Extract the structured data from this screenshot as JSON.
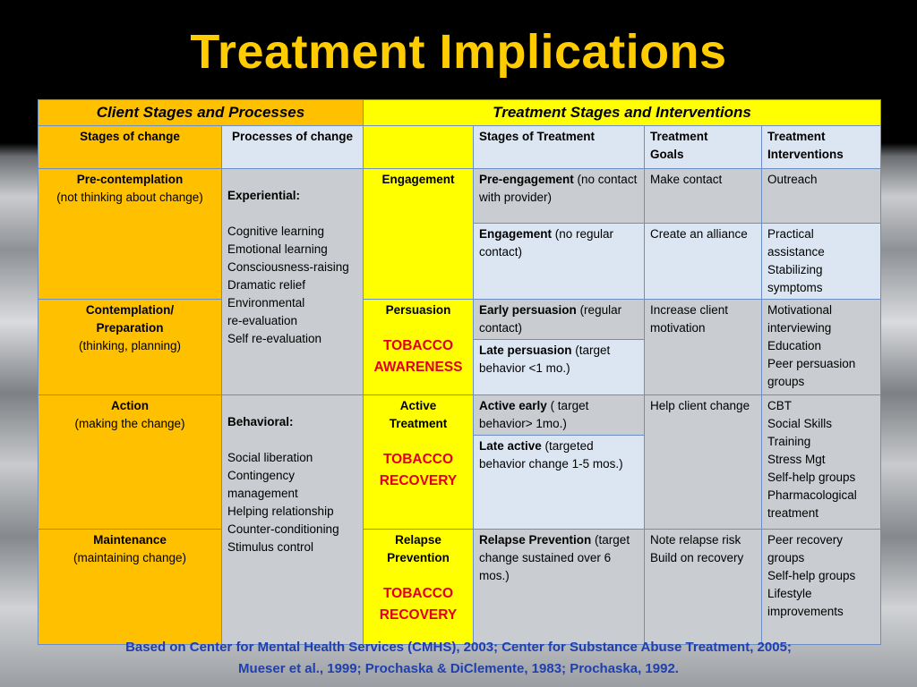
{
  "title": "Treatment Implications",
  "headers": {
    "client": "Client Stages and Processes",
    "treatment": "Treatment Stages and Interventions",
    "stages_of_change": "Stages of change",
    "processes_of_change": "Processes of change",
    "stages_of_treatment": "Stages of Treatment",
    "treatment_goals_1": "Treatment",
    "treatment_goals_2": "Goals",
    "treatment_interventions_1": "Treatment",
    "treatment_interventions_2": "Interventions"
  },
  "stages": {
    "precontemplation": {
      "name": "Pre-contemplation",
      "desc": "(not thinking about change)"
    },
    "contemplation": {
      "name_1": "Contemplation/",
      "name_2": "Preparation",
      "desc": "(thinking, planning)"
    },
    "action": {
      "name": "Action",
      "desc": "(making the change)"
    },
    "maintenance": {
      "name": "Maintenance",
      "desc": "(maintaining change)"
    }
  },
  "processes": {
    "experiential": {
      "heading": "Experiential:",
      "items": [
        "Cognitive learning",
        "Emotional learning",
        "Consciousness-raising",
        "Dramatic relief",
        "Environmental",
        "re-evaluation",
        "Self re-evaluation"
      ]
    },
    "behavioral": {
      "heading": "Behavioral:",
      "items": [
        "Social liberation",
        "Contingency",
        "management",
        "Helping relationship",
        "Counter-conditioning",
        "Stimulus control"
      ]
    }
  },
  "treatment_phases": {
    "engagement": {
      "label": "Engagement"
    },
    "persuasion": {
      "label": "Persuasion",
      "tag_1": "TOBACCO",
      "tag_2": "AWARENESS"
    },
    "active": {
      "label_1": "Active",
      "label_2": "Treatment",
      "tag_1": "TOBACCO",
      "tag_2": "RECOVERY"
    },
    "relapse": {
      "label_1": "Relapse",
      "label_2": "Prevention",
      "tag_1": "TOBACCO",
      "tag_2": "RECOVERY"
    }
  },
  "rows": {
    "pre_engagement": {
      "bold": "Pre-engagement",
      "rest": " (no contact with provider)",
      "goal": "Make contact",
      "interventions": [
        "Outreach"
      ]
    },
    "engagement": {
      "bold": "Engagement",
      "rest": " (no regular contact)",
      "goal": "Create an alliance",
      "interventions": [
        "Practical",
        "assistance",
        "Stabilizing",
        "symptoms"
      ]
    },
    "early_persuasion": {
      "bold": "Early persuasion",
      "rest": " (regular contact)"
    },
    "late_persuasion": {
      "bold": "Late persuasion",
      "rest": " (target behavior <1 mo.)"
    },
    "persuasion_goal": [
      "Increase client",
      "motivation"
    ],
    "persuasion_interventions": [
      "Motivational",
      "interviewing",
      "Education",
      "Peer persuasion",
      "groups"
    ],
    "active_early": {
      "bold": "Active early",
      "rest": " ( target behavior> 1mo.)"
    },
    "late_active": {
      "bold": "Late active",
      "rest": " (targeted behavior change 1-5 mos.)"
    },
    "active_goal": "Help client change",
    "active_interventions": [
      "CBT",
      "Social Skills",
      "Training",
      "Stress Mgt",
      "Self-help groups",
      "Pharmacological",
      "treatment"
    ],
    "relapse_prevention": {
      "bold": "Relapse Prevention",
      "rest": " (target change sustained over 6 mos.)"
    },
    "relapse_goal": [
      "Note relapse risk",
      "Build on recovery"
    ],
    "relapse_interventions": [
      "Peer recovery",
      "groups",
      "Self-help groups",
      "Lifestyle",
      "improvements"
    ]
  },
  "citation": {
    "line_1": "Based on Center for Mental Health Services (CMHS), 2003; Center for Substance Abuse Treatment, 2005;",
    "line_2": "Mueser et al., 1999; Prochaska & DiClemente, 1983; Prochaska, 1992."
  },
  "colors": {
    "title": "#ffcc00",
    "orange": "#ffc000",
    "yellow": "#ffff00",
    "pale_blue": "#dce6f2",
    "gray": "#c9ccd1",
    "red_text": "#e0001a",
    "citation": "#1f3fb0"
  }
}
